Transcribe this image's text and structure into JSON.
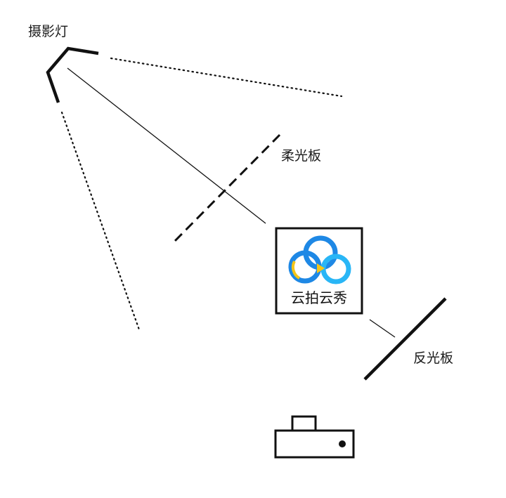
{
  "labels": {
    "light": "摄影灯",
    "diffuser": "柔光板",
    "reflector": "反光板"
  },
  "logo": {
    "text": "云拍云秀",
    "icon": "cloud-logo-icon",
    "colors": {
      "primary": "#1e88e5",
      "secondary": "#29b6f6",
      "accent": "#f5c518"
    }
  },
  "colors": {
    "line": "#111111"
  }
}
